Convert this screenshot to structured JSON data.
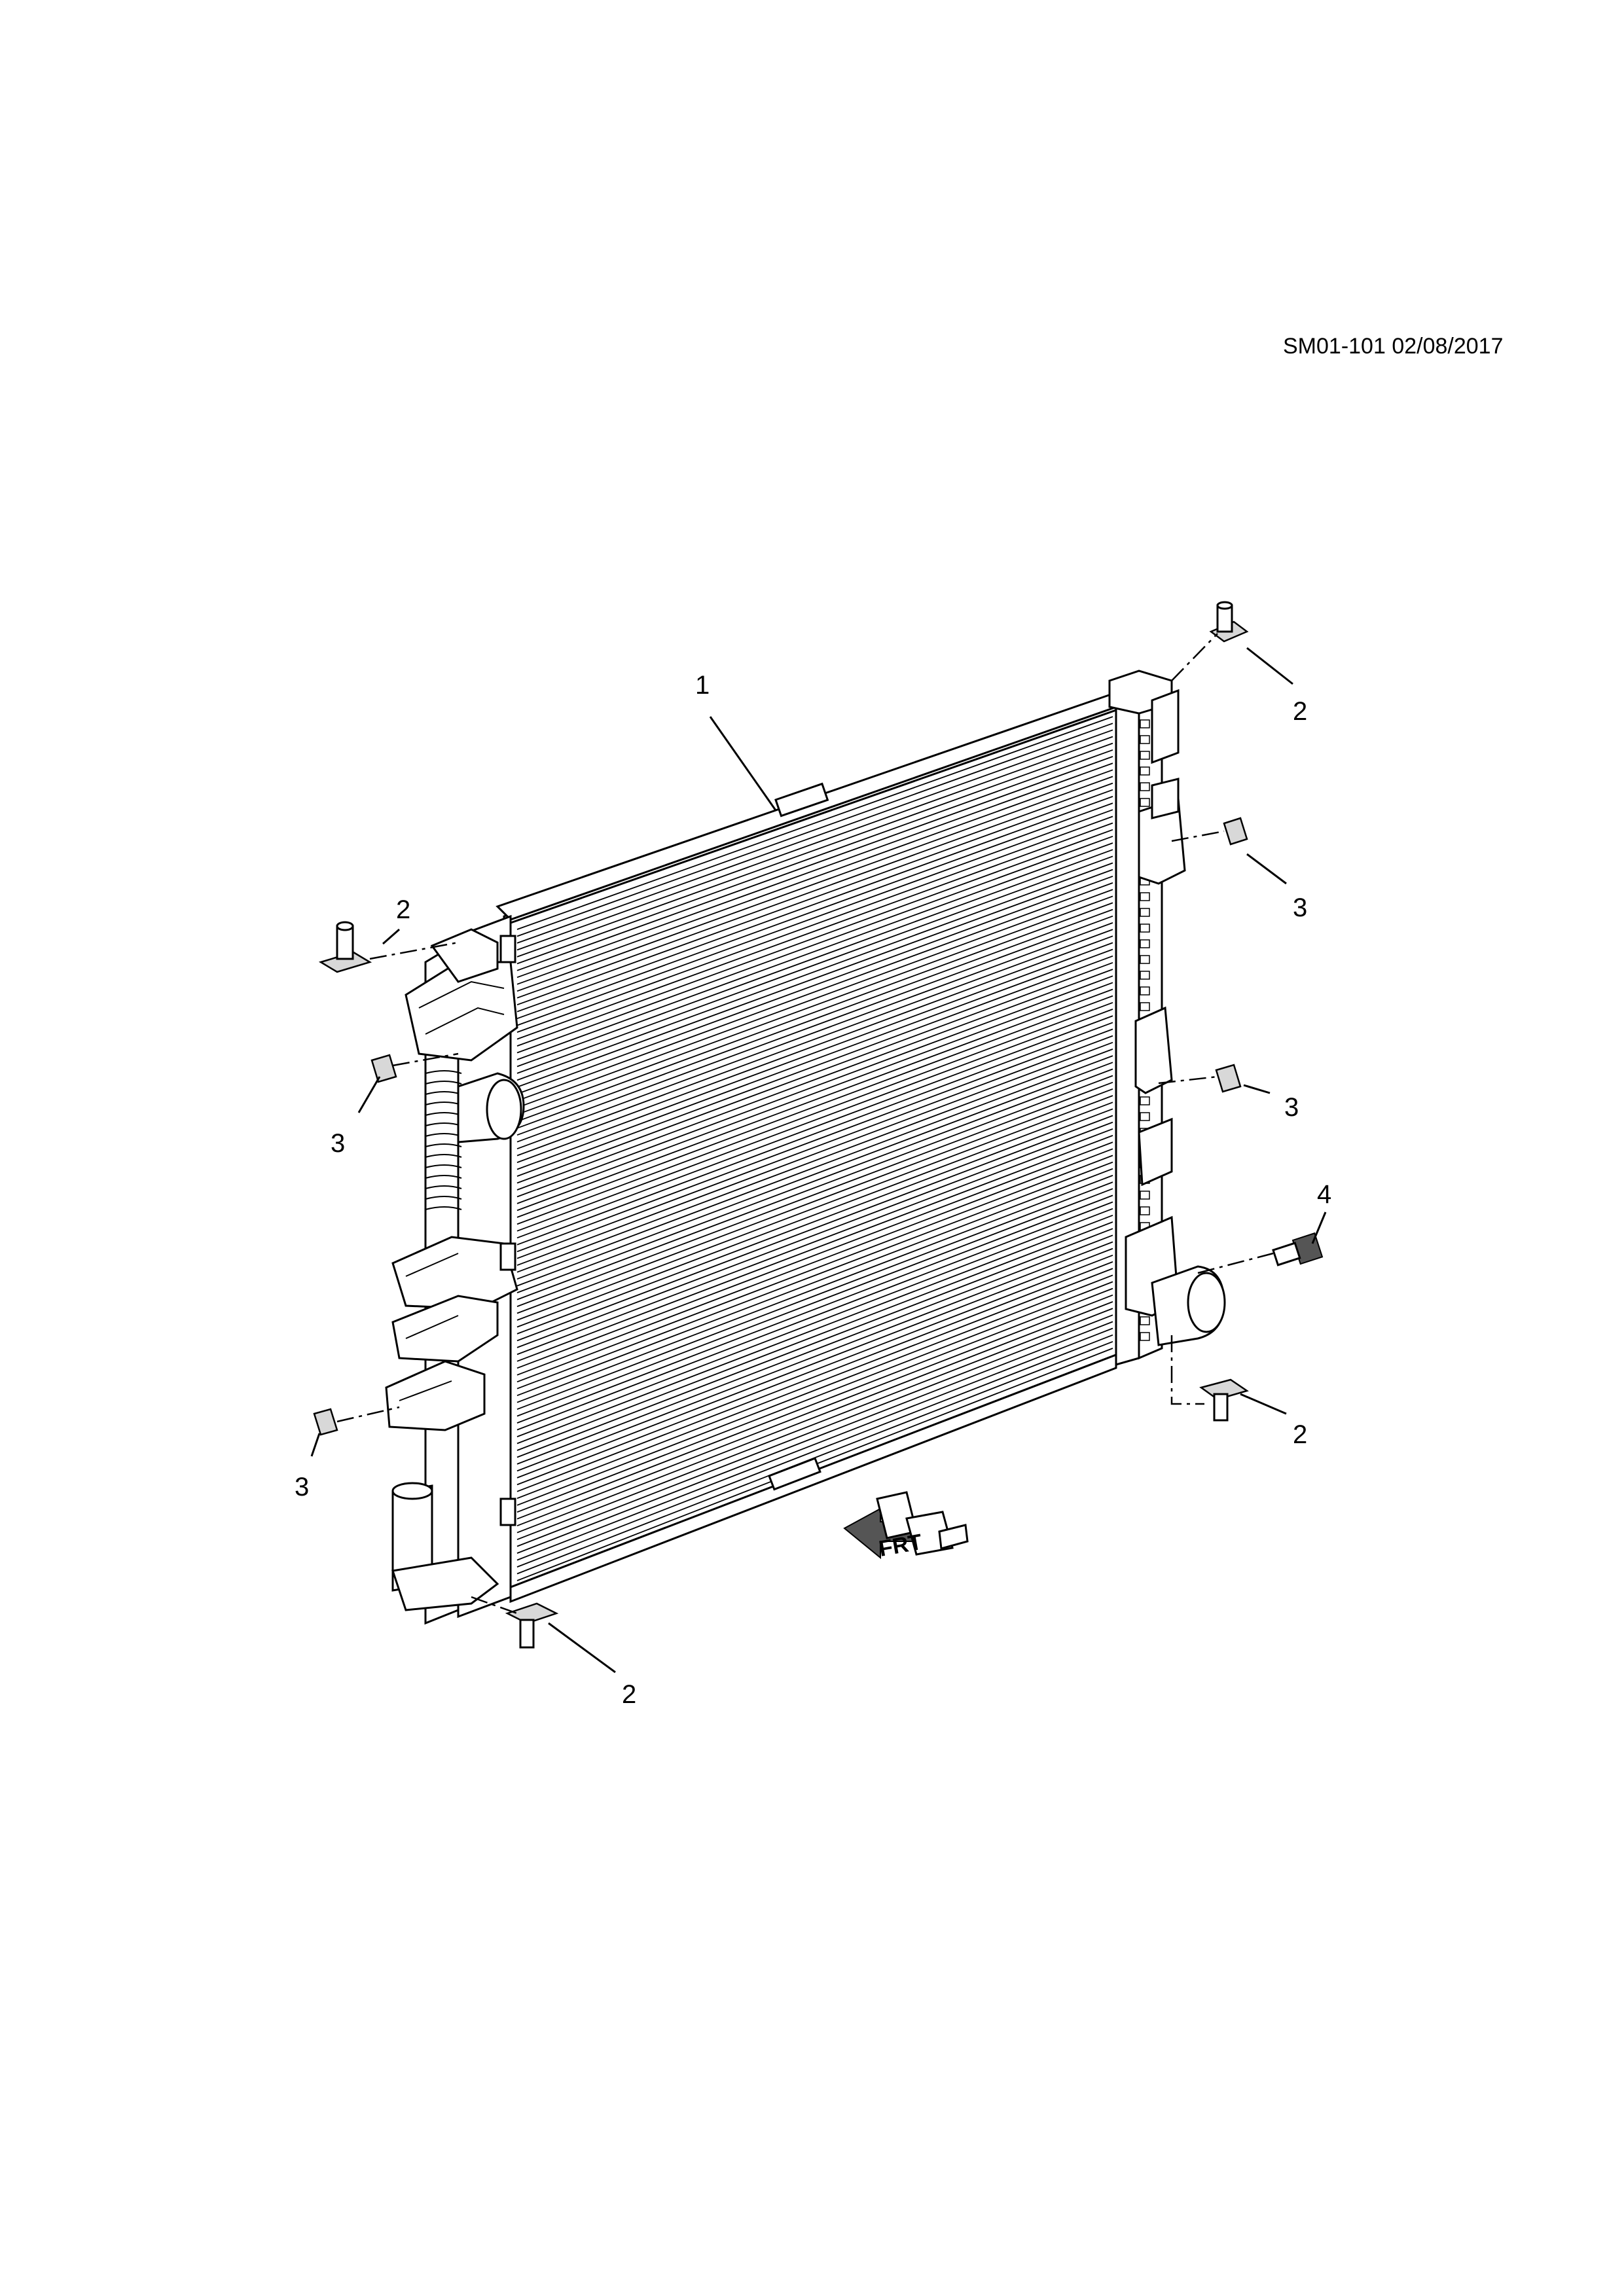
{
  "header": {
    "doc_code": "SM01-101 02/08/2017"
  },
  "callouts": [
    {
      "id": "c1",
      "label": "1"
    },
    {
      "id": "c2a",
      "label": "2"
    },
    {
      "id": "c2b",
      "label": "2"
    },
    {
      "id": "c2c",
      "label": "2"
    },
    {
      "id": "c2d",
      "label": "2"
    },
    {
      "id": "c3a",
      "label": "3"
    },
    {
      "id": "c3b",
      "label": "3"
    },
    {
      "id": "c3c",
      "label": "3"
    },
    {
      "id": "c3d",
      "label": "3"
    },
    {
      "id": "c4",
      "label": "4"
    }
  ],
  "direction_marker": {
    "text": "FRT"
  }
}
